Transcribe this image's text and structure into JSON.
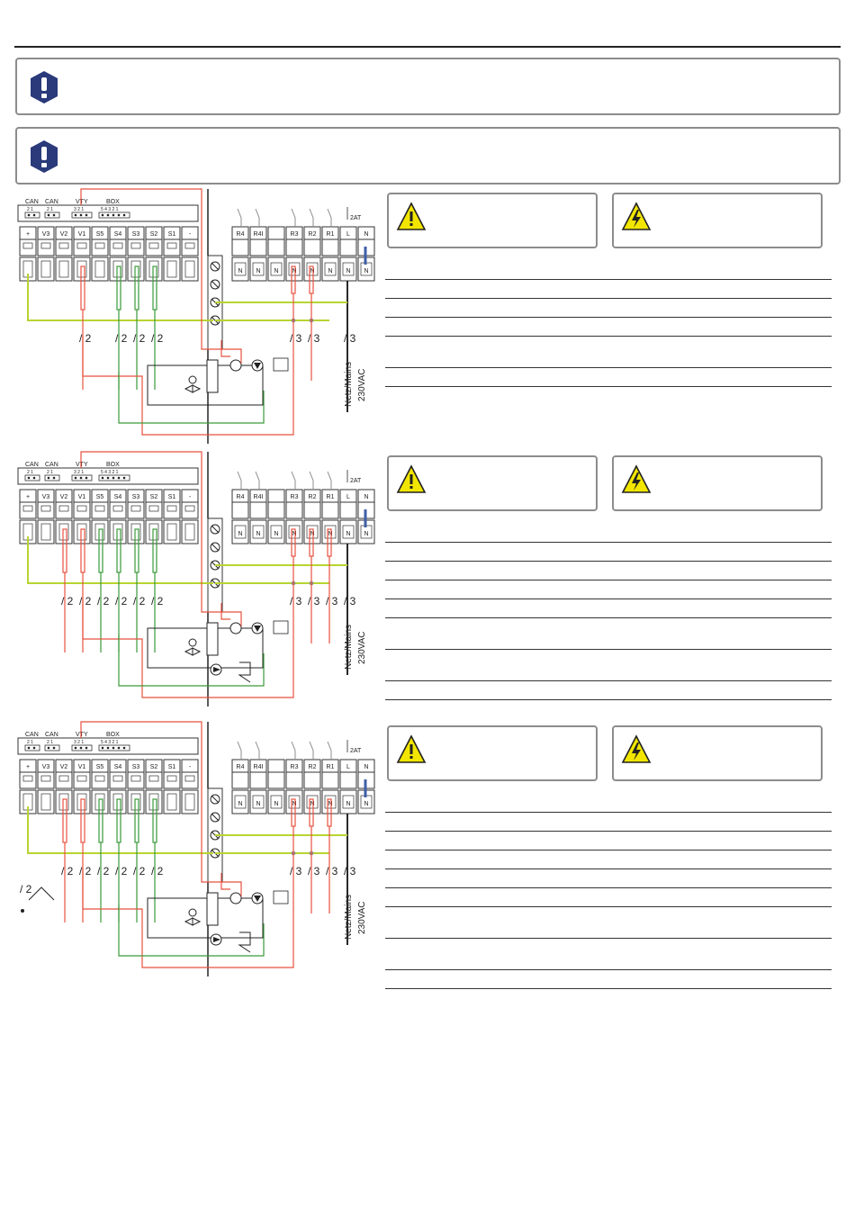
{
  "page": {
    "notes": [
      {
        "icon": "info-exclamation-icon"
      },
      {
        "icon": "info-exclamation-icon"
      }
    ]
  },
  "diagram_labels": {
    "can": "CAN",
    "vty": "VTY",
    "box": "BOX",
    "pins2": "2 1",
    "pins3": "3 2 1",
    "pins5": "5 4 3 2 1",
    "fuse": "2AT",
    "mains1": "Netz/Mains",
    "mains2": "230VAC",
    "n": "N",
    "sensor_terms": [
      "+",
      "V3",
      "V2",
      "V1",
      "S5",
      "S4",
      "S3",
      "S2",
      "S1",
      "-"
    ],
    "relay_terms": [
      "R4",
      "R4I",
      "",
      "R3",
      "R2",
      "R1",
      "L",
      "N"
    ]
  },
  "diagrams": [
    {
      "cable_low": [
        "/ 2",
        "/ 2",
        "/ 2",
        "/ 2"
      ],
      "cable_high": [
        "/ 3",
        "/ 3",
        "/ 3"
      ]
    },
    {
      "cable_low": [
        "/ 2",
        "/ 2",
        "/ 2",
        "/ 2",
        "/ 2",
        "/ 2"
      ],
      "cable_high": [
        "/ 3",
        "/ 3",
        "/ 3",
        "/ 3"
      ]
    },
    {
      "cable_low": [
        "/ 2",
        "/ 2",
        "/ 2",
        "/ 2",
        "/ 2",
        "/ 2"
      ],
      "cable_high": [
        "/ 3",
        "/ 3",
        "/ 3",
        "/ 3"
      ],
      "extra": "/ 2"
    }
  ],
  "warnings": {
    "left_icon": "warning-triangle-icon",
    "right_icon": "high-voltage-icon"
  },
  "colors": {
    "red": "#e8523f",
    "green": "#3a9a3a",
    "yellow_green": "#b7d432",
    "blue": "#3e5fa6",
    "grey": "#8c8c8c"
  }
}
